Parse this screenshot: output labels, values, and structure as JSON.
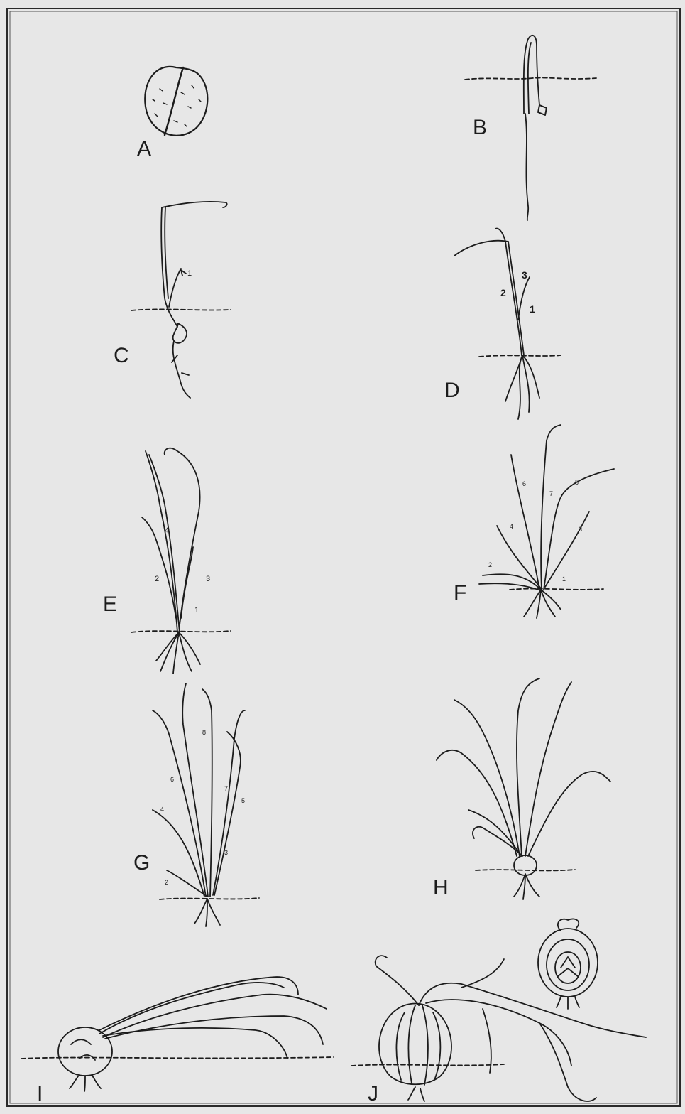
{
  "figure": {
    "panels": [
      {
        "id": "A",
        "label": "A",
        "leaf_numbers": []
      },
      {
        "id": "B",
        "label": "B",
        "leaf_numbers": []
      },
      {
        "id": "C",
        "label": "C",
        "leaf_numbers": [
          "1"
        ]
      },
      {
        "id": "D",
        "label": "D",
        "leaf_numbers": [
          "1",
          "2",
          "3"
        ]
      },
      {
        "id": "E",
        "label": "E",
        "leaf_numbers": [
          "1",
          "2",
          "3",
          "4"
        ]
      },
      {
        "id": "F",
        "label": "F",
        "leaf_numbers": [
          "1",
          "2",
          "3",
          "4",
          "5",
          "6",
          "7"
        ]
      },
      {
        "id": "G",
        "label": "G",
        "leaf_numbers": [
          "2",
          "3",
          "4",
          "5",
          "6",
          "7",
          "8"
        ]
      },
      {
        "id": "H",
        "label": "H",
        "leaf_numbers": []
      },
      {
        "id": "I",
        "label": "I",
        "leaf_numbers": []
      },
      {
        "id": "J",
        "label": "J",
        "leaf_numbers": []
      }
    ]
  },
  "colors": {
    "ink": "#1c1c1c",
    "paper": "#e7e7e7",
    "frame": "#2a2a2a"
  }
}
